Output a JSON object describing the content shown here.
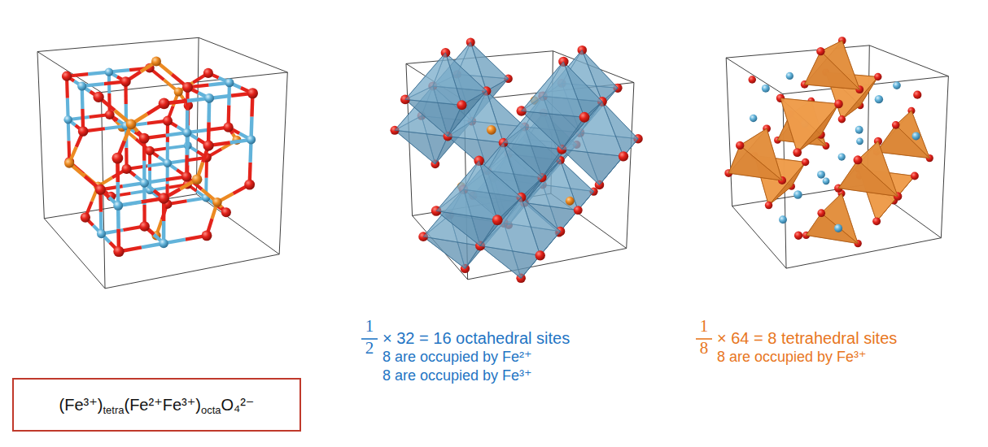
{
  "diagram": {
    "nodes": [
      {
        "text": [
          "(Fe³⁺)tetra(Fe²⁺Fe³⁺)octaO₄²⁻"
        ]
      }
    ],
    "labels": [
      "1",
      "2",
      "× 32 = 16 octahedral sites",
      "8 are occupied by Fe²⁺",
      "8 are occupied by Fe³⁺",
      "1",
      "8",
      "× 64 = 8 tetrahedral sites",
      "8 are occupied by Fe³⁺"
    ]
  }
}
